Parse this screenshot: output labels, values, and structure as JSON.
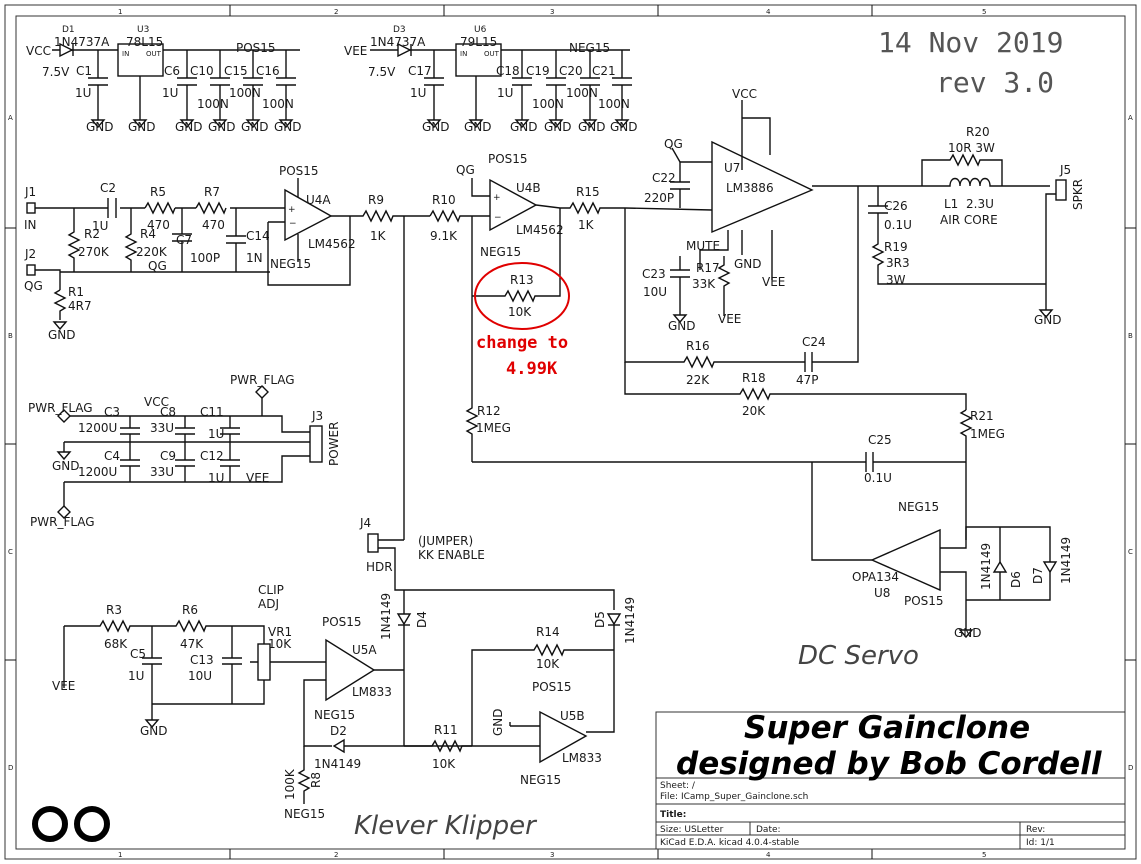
{
  "header": {
    "date": "14 Nov 2019",
    "rev": "rev 3.0",
    "design_title_line1": "Super Gainclone",
    "design_title_line2": "designed by Bob Cordell",
    "section_dc_servo": "DC Servo",
    "section_klever": "Klever Klipper",
    "logo_text": "OO"
  },
  "annotation": {
    "line1": "change to",
    "line2": "4.99K"
  },
  "border": {
    "columns": [
      "1",
      "2",
      "3",
      "4",
      "5"
    ],
    "rows": [
      "A",
      "B",
      "C",
      "D"
    ]
  },
  "title_block": {
    "sheet": "Sheet: /",
    "file": "File: ICamp_Super_Gainclone.sch",
    "title_label": "Title:",
    "size": "Size: USLetter",
    "date_label": "Date:",
    "rev_label": "Rev:",
    "tool": "KiCad E.D.A.  kicad 4.0.4-stable",
    "id": "Id: 1/1"
  },
  "power": {
    "vcc": "VCC",
    "vee": "VEE",
    "gnd": "GND",
    "pos15": "POS15",
    "neg15": "NEG15",
    "pwr_flag": "PWR_FLAG",
    "d1": "D1",
    "d1_val": "1N4737A",
    "d1_v": "7.5V",
    "d3": "D3",
    "d3_val": "1N4737A",
    "d3_v": "7.5V",
    "u3": "U3",
    "u3_val": "78L15",
    "u6": "U6",
    "u6_val": "79L15",
    "reg_in": "IN",
    "reg_out": "OUT",
    "reg_gnd": "GND",
    "c1": "C1",
    "c1_v": "1U",
    "c6": "C6",
    "c6_v": "1U",
    "c10": "C10",
    "c15": "C15",
    "c15_v": "100N",
    "c16": "C16",
    "c16_v": "100N",
    "c10_v": "100N",
    "c17": "C17",
    "c17_v": "1U",
    "c18": "C18",
    "c18_v": "1U",
    "c19": "C19",
    "c19_v": "100N",
    "c20": "C20",
    "c20_v": "100N",
    "c21": "C21",
    "c21_v": "100N",
    "c3": "C3",
    "c3_v": "1200U",
    "c4": "C4",
    "c4_v": "1200U",
    "c8": "C8",
    "c8_v": "33U",
    "c9": "C9",
    "c9_v": "33U",
    "c11": "C11",
    "c11_v": "1U",
    "c12": "C12",
    "c12_v": "1U",
    "j3": "J3",
    "j3_name": "POWER"
  },
  "input": {
    "j1": "J1",
    "j1_name": "IN",
    "j2": "J2",
    "j2_name": "QG",
    "c2": "C2",
    "c2_v": "1U",
    "r5": "R5",
    "r5_v": "470",
    "r7": "R7",
    "r7_v": "470",
    "r2": "R2",
    "r2_v": "270K",
    "r4": "R4",
    "r4_v": "220K",
    "c7": "C7",
    "c7_v": "100P",
    "c14": "C14",
    "c14_v": "1N",
    "r1": "R1",
    "r1_v": "4R7",
    "qg": "QG",
    "u4a": "U4A",
    "u4a_val": "LM4562",
    "r9": "R9",
    "r9_v": "1K",
    "r10": "R10",
    "r10_v": "9.1K",
    "u4b": "U4B",
    "u4b_val": "LM4562",
    "r15": "R15",
    "r15_v": "1K",
    "r13": "R13",
    "r13_v": "10K",
    "r12": "R12",
    "r12_v": "1MEG"
  },
  "amp": {
    "u7": "U7",
    "u7_val": "LM3886",
    "c22": "C22",
    "c22_v": "220P",
    "mute": "MUTE",
    "c23": "C23",
    "c23_v": "10U",
    "r17": "R17",
    "r17_v": "33K",
    "r16": "R16",
    "r16_v": "22K",
    "c24": "C24",
    "c24_v": "47P",
    "r18": "R18",
    "r18_v": "20K",
    "r20": "R20",
    "r20_v": "10R 3W",
    "l1": "L1",
    "l1_v": "2.3U",
    "l1_note": "AIR CORE",
    "c26": "C26",
    "c26_v": "0.1U",
    "r19": "R19",
    "r19_v": "3R3",
    "r19_w": "3W",
    "j5": "J5",
    "j5_name": "SPKR",
    "r21": "R21",
    "r21_v": "1MEG",
    "c25": "C25",
    "c25_v": "0.1U"
  },
  "servo": {
    "u8": "U8",
    "u8_val": "OPA134",
    "d6": "D6",
    "d7": "D7",
    "d_val": "1N4149"
  },
  "clipper": {
    "j4": "J4",
    "j4_name": "HDR",
    "j4_note1": "(JUMPER)",
    "j4_note2": "KK ENABLE",
    "clip1": "CLIP",
    "clip2": "ADJ",
    "r3": "R3",
    "r3_v": "68K",
    "r6": "R6",
    "r6_v": "47K",
    "c5": "C5",
    "c5_v": "1U",
    "c13": "C13",
    "c13_v": "10U",
    "vr1": "VR1",
    "vr1_v": "10K",
    "u5a": "U5A",
    "u5a_val": "LM833",
    "u5b": "U5B",
    "u5b_val": "LM833",
    "d4": "D4",
    "d5": "D5",
    "d2": "D2",
    "d_val": "1N4149",
    "r14": "R14",
    "r14_v": "10K",
    "r11": "R11",
    "r11_v": "10K",
    "r8": "R8",
    "r8_v": "100K"
  }
}
